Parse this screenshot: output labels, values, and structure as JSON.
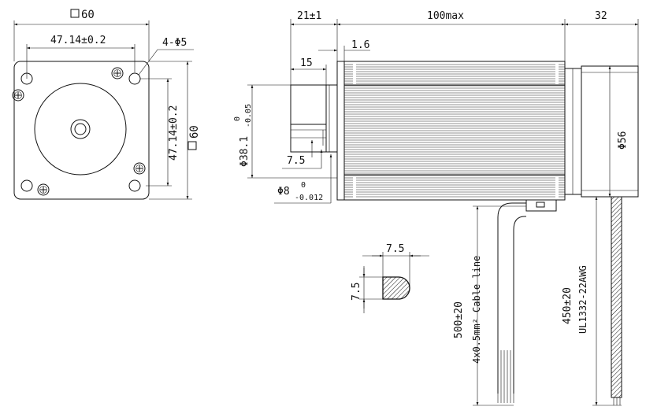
{
  "front_view": {
    "square_size": "60",
    "hole_spacing": "47.14±0.2",
    "holes": "4-Φ5",
    "hole_spacing_vertical": "47.14±0.2",
    "square_size_side": "60"
  },
  "side_view": {
    "shaft_length": "21±1",
    "body_length": "100max",
    "encoder_length": "32",
    "flange_thickness": "1.6",
    "flat_length": "15",
    "pilot_diameter": "Φ38.1",
    "pilot_tol_upper": "0",
    "pilot_tol_lower": "-0.05",
    "flat_depth": "7.5",
    "shaft_diameter": "Φ8",
    "shaft_tol_upper": "0",
    "shaft_tol_lower": "-0.012",
    "encoder_diameter": "Φ56"
  },
  "shaft_section": {
    "width": "7.5",
    "height": "7.5"
  },
  "motor_cable": {
    "length": "500±20",
    "spec": "4x0.5mm² Cable line"
  },
  "encoder_cable": {
    "length": "450±20",
    "spec": "UL1332-22AWG"
  }
}
